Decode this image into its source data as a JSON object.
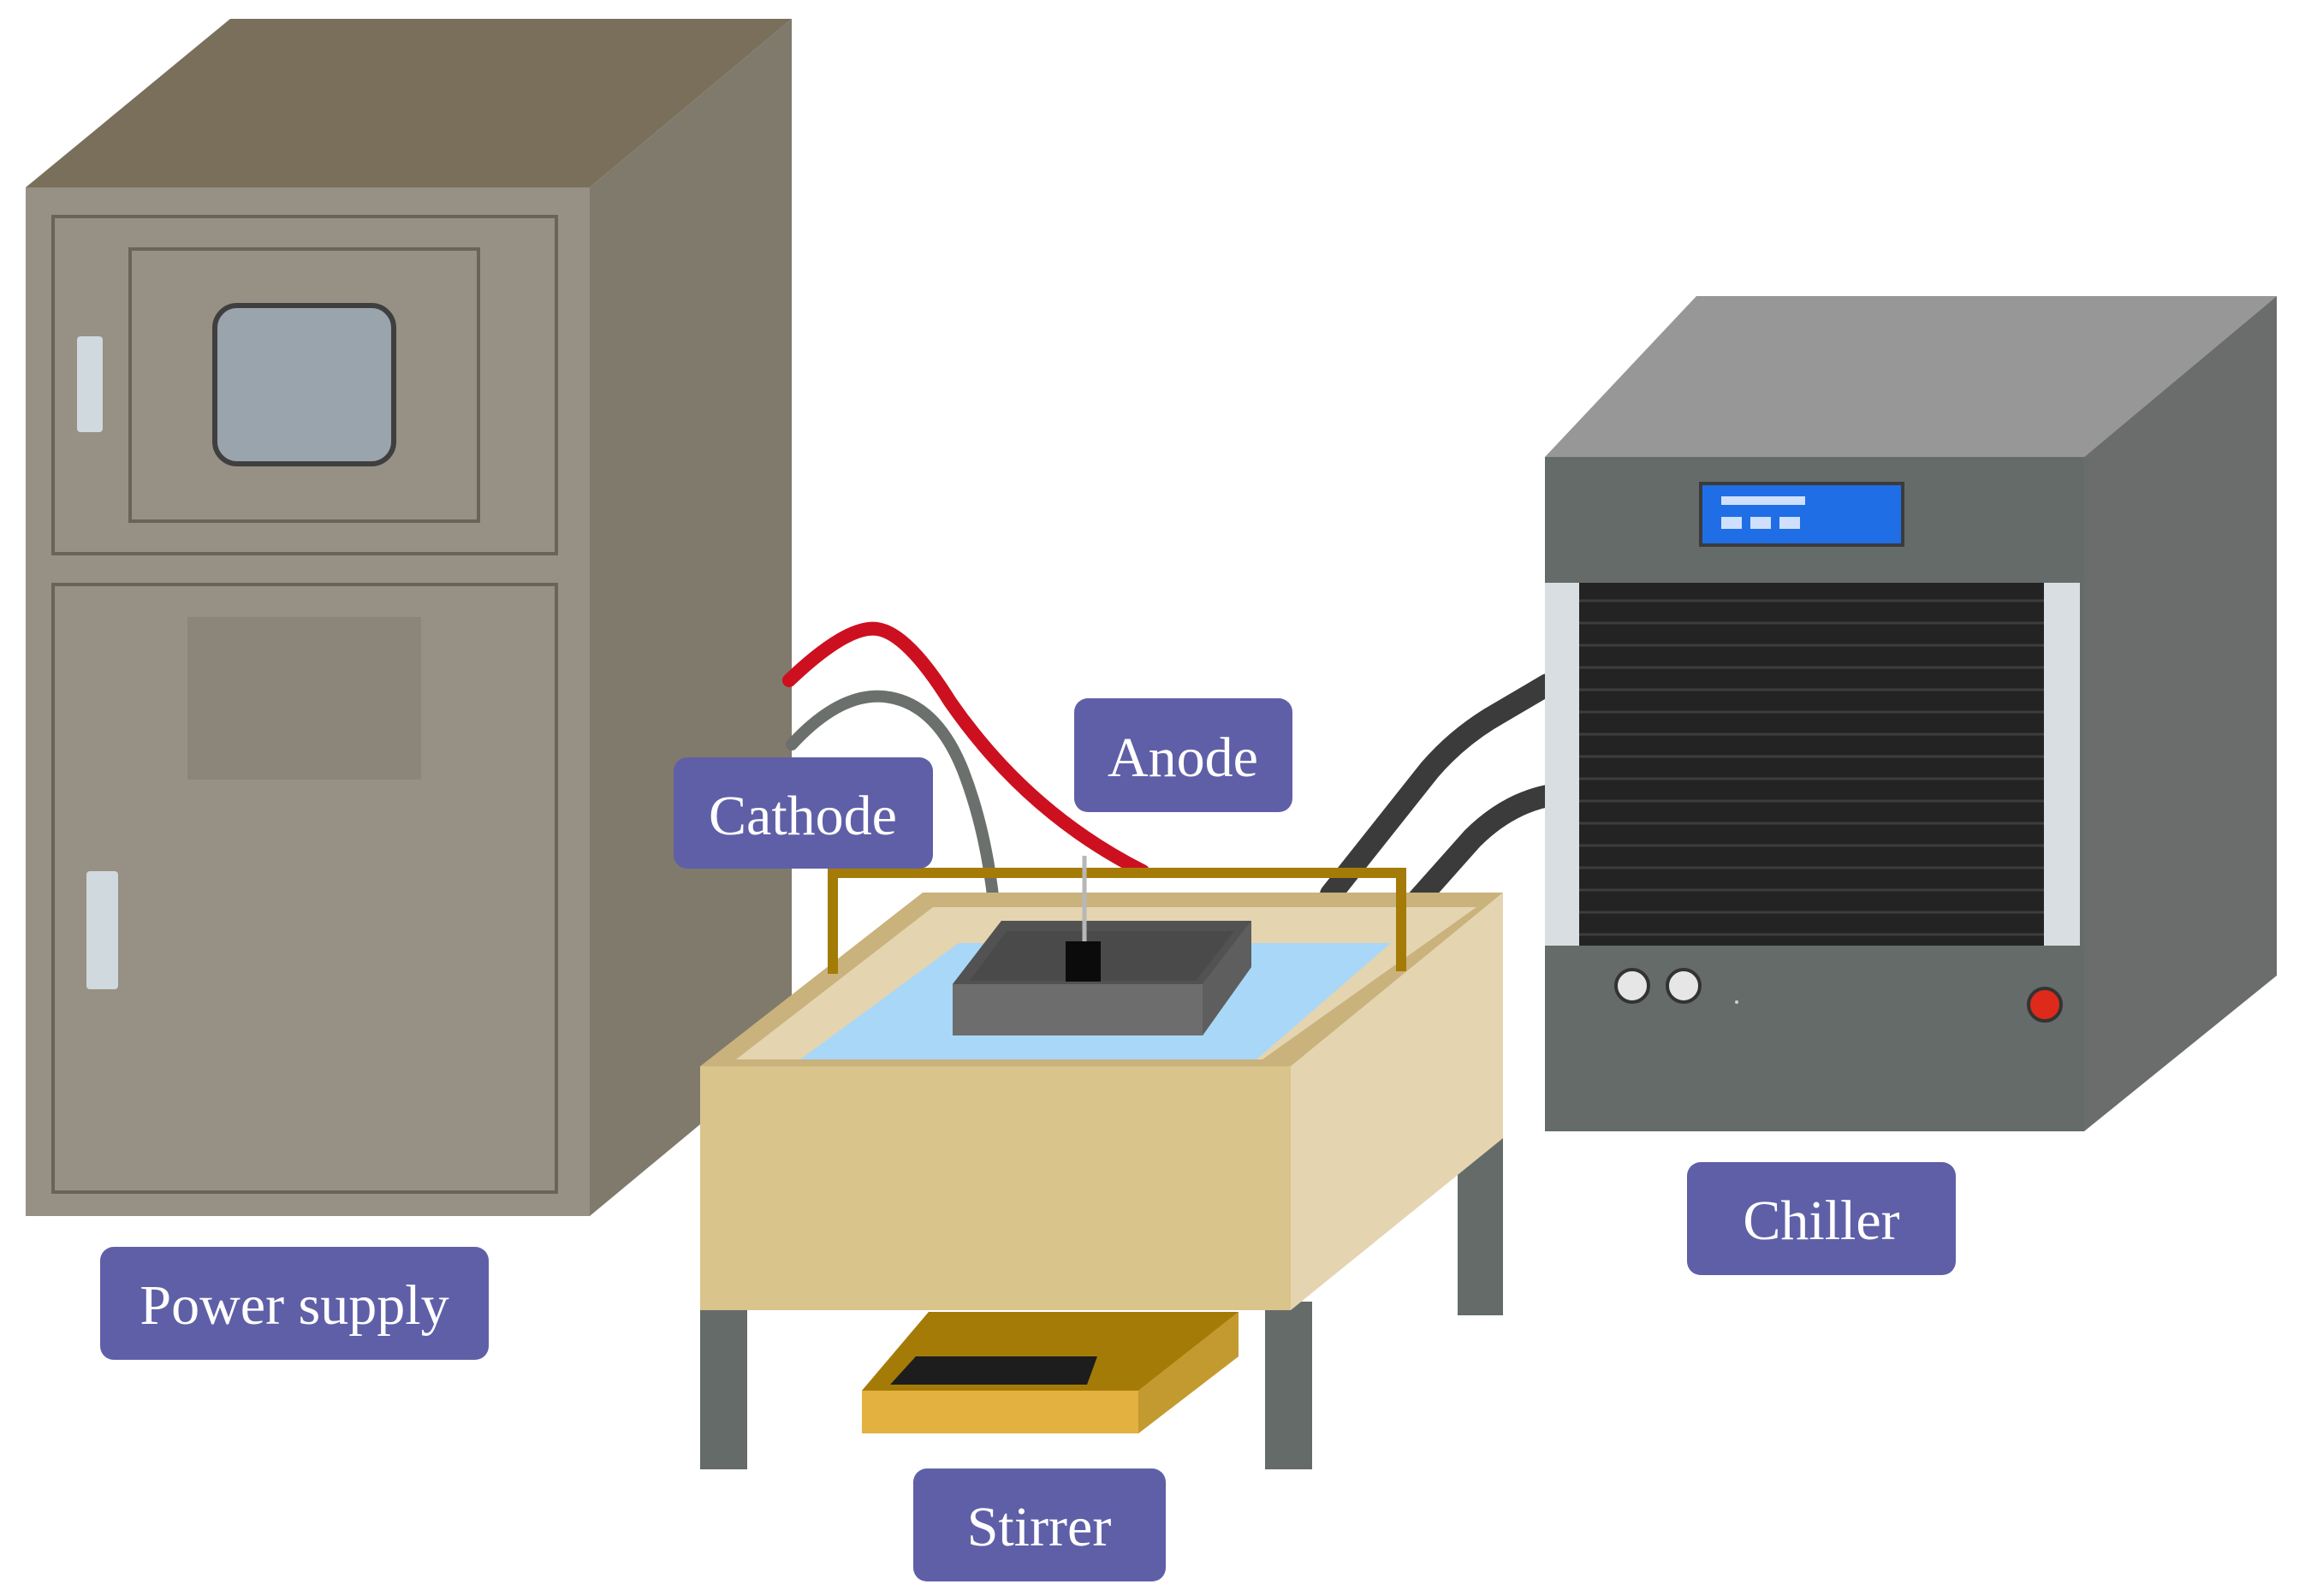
{
  "labels": {
    "power_supply": "Power supply",
    "cathode": "Cathode",
    "anode": "Anode",
    "chiller": "Chiller",
    "stirrer": "Stirrer"
  },
  "colors": {
    "label_background": "#5f5fa8",
    "label_text": "#ffffff",
    "cabinet_front": "#979084",
    "cabinet_top": "#7a6f5a",
    "cabinet_side": "#807a6c",
    "anode_wire": "#cc1020",
    "cathode_wire": "#6b706d",
    "electrolyte": "#a9d7f7",
    "bath_front": "#d9c48c",
    "bath_side": "#e4d4b0",
    "frame": "#a57b08",
    "chiller_front": "#656b69",
    "chiller_top": "#979797",
    "chiller_side": "#6b6d6c",
    "chiller_display": "#1f6ee6",
    "stirrer_body": "#e3b140"
  },
  "icons": {
    "power_supply": "power-supply-cabinet-icon",
    "chiller": "chiller-unit-icon",
    "bath": "electrolyte-bath-icon",
    "stirrer": "magnetic-stirrer-icon"
  }
}
